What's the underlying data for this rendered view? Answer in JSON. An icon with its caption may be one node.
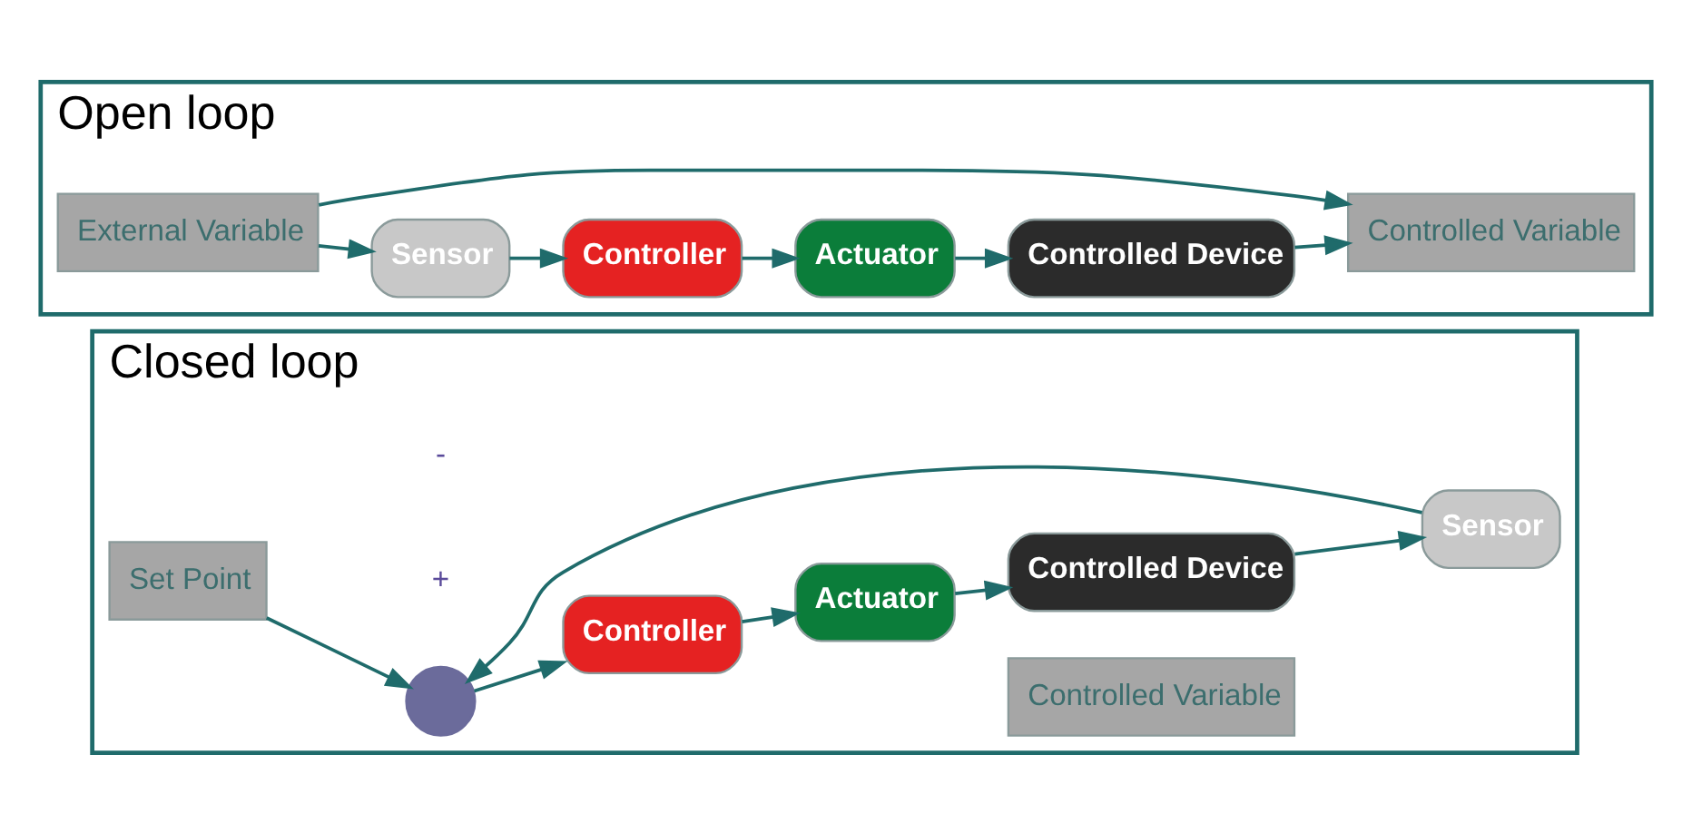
{
  "diagram": {
    "nodes": [
      {
        "text": [
          "Open loop"
        ]
      },
      {
        "text": [
          "External Variable"
        ],
        "in": 0
      },
      {
        "text": [
          "Sensor"
        ],
        "in": 0
      },
      {
        "text": [
          "Controller"
        ],
        "in": 0
      },
      {
        "text": [
          "Actuator"
        ],
        "in": 0
      },
      {
        "text": [
          "Controlled Device"
        ],
        "in": 0
      },
      {
        "text": [
          "Controlled Variable"
        ],
        "in": 0
      },
      {
        "text": [
          "Closed loop"
        ]
      },
      {
        "text": [
          "Set Point"
        ],
        "in": 7
      },
      {
        "text": [],
        "shape": "circle",
        "in": 7
      },
      {
        "text": [
          "Controller"
        ],
        "in": 7
      },
      {
        "text": [
          "Actuator"
        ],
        "in": 7
      },
      {
        "text": [
          "Controlled Device"
        ],
        "in": 7
      },
      {
        "text": [
          "Controlled Variable"
        ],
        "in": 7
      },
      {
        "text": [
          "Sensor"
        ],
        "in": 7
      }
    ],
    "edges": [
      {
        "from": 1,
        "to": 2,
        "arrow": "to"
      },
      {
        "from": 2,
        "to": 3,
        "arrow": "to"
      },
      {
        "from": 3,
        "to": 4,
        "arrow": "to"
      },
      {
        "from": 4,
        "to": 5,
        "arrow": "to"
      },
      {
        "from": 5,
        "to": 6,
        "arrow": "to"
      },
      {
        "from": 1,
        "to": 6,
        "arrow": "to"
      },
      {
        "from": 8,
        "to": 9,
        "arrow": "to"
      },
      {
        "from": 9,
        "to": 10,
        "arrow": "to"
      },
      {
        "from": 10,
        "to": 11,
        "arrow": "to"
      },
      {
        "from": 11,
        "to": 12,
        "arrow": "to"
      },
      {
        "from": 12,
        "to": 14,
        "arrow": "to"
      },
      {
        "from": 14,
        "to": 9,
        "arrow": "to"
      }
    ],
    "labels": [
      "+",
      "-"
    ]
  }
}
